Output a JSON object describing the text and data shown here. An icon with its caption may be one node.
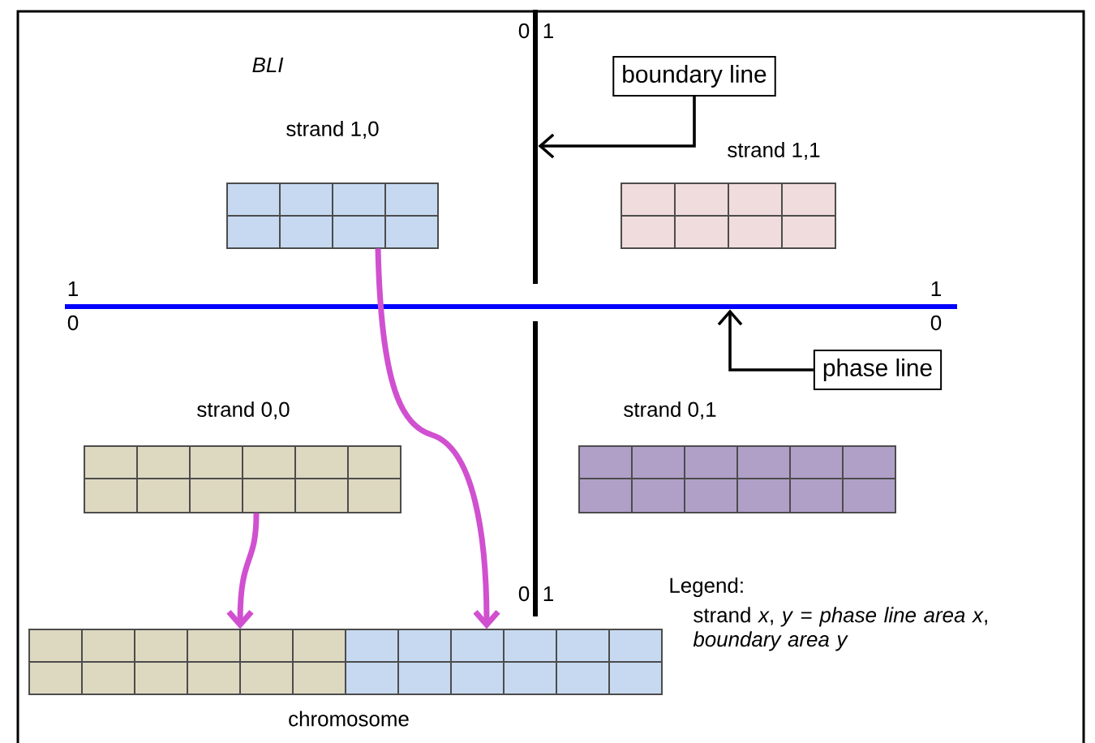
{
  "diagram": {
    "nodes": [
      {
        "text": [
          "strand 1,0"
        ]
      },
      {
        "text": [
          "strand 1,1"
        ]
      },
      {
        "text": [
          "strand 0,0"
        ]
      },
      {
        "text": [
          "strand 0,1"
        ]
      },
      {
        "text": [
          "chromosome"
        ]
      },
      {
        "text": [
          "boundary line"
        ]
      },
      {
        "text": [
          "phase line"
        ]
      },
      {
        "text": [],
        "shape": "bar"
      },
      {
        "text": [],
        "shape": "bar"
      }
    ],
    "edges": [
      {
        "from": 0,
        "to": 4,
        "arrow": "to",
        "style": "thick",
        "color": "#d050d0"
      },
      {
        "from": 2,
        "to": 4,
        "arrow": "to",
        "style": "thick",
        "color": "#d050d0"
      },
      {
        "from": 5,
        "to": 7,
        "arrow": "to",
        "color": "#000000"
      },
      {
        "from": 6,
        "to": 8,
        "arrow": "to",
        "color": "#000000"
      }
    ],
    "labels": [
      "BLI",
      "0",
      "1",
      "1",
      "0",
      "1",
      "0",
      "0",
      "1",
      "Legend:",
      "strand *x*, *y* = *phase line area x*, *boundary area y*"
    ]
  }
}
